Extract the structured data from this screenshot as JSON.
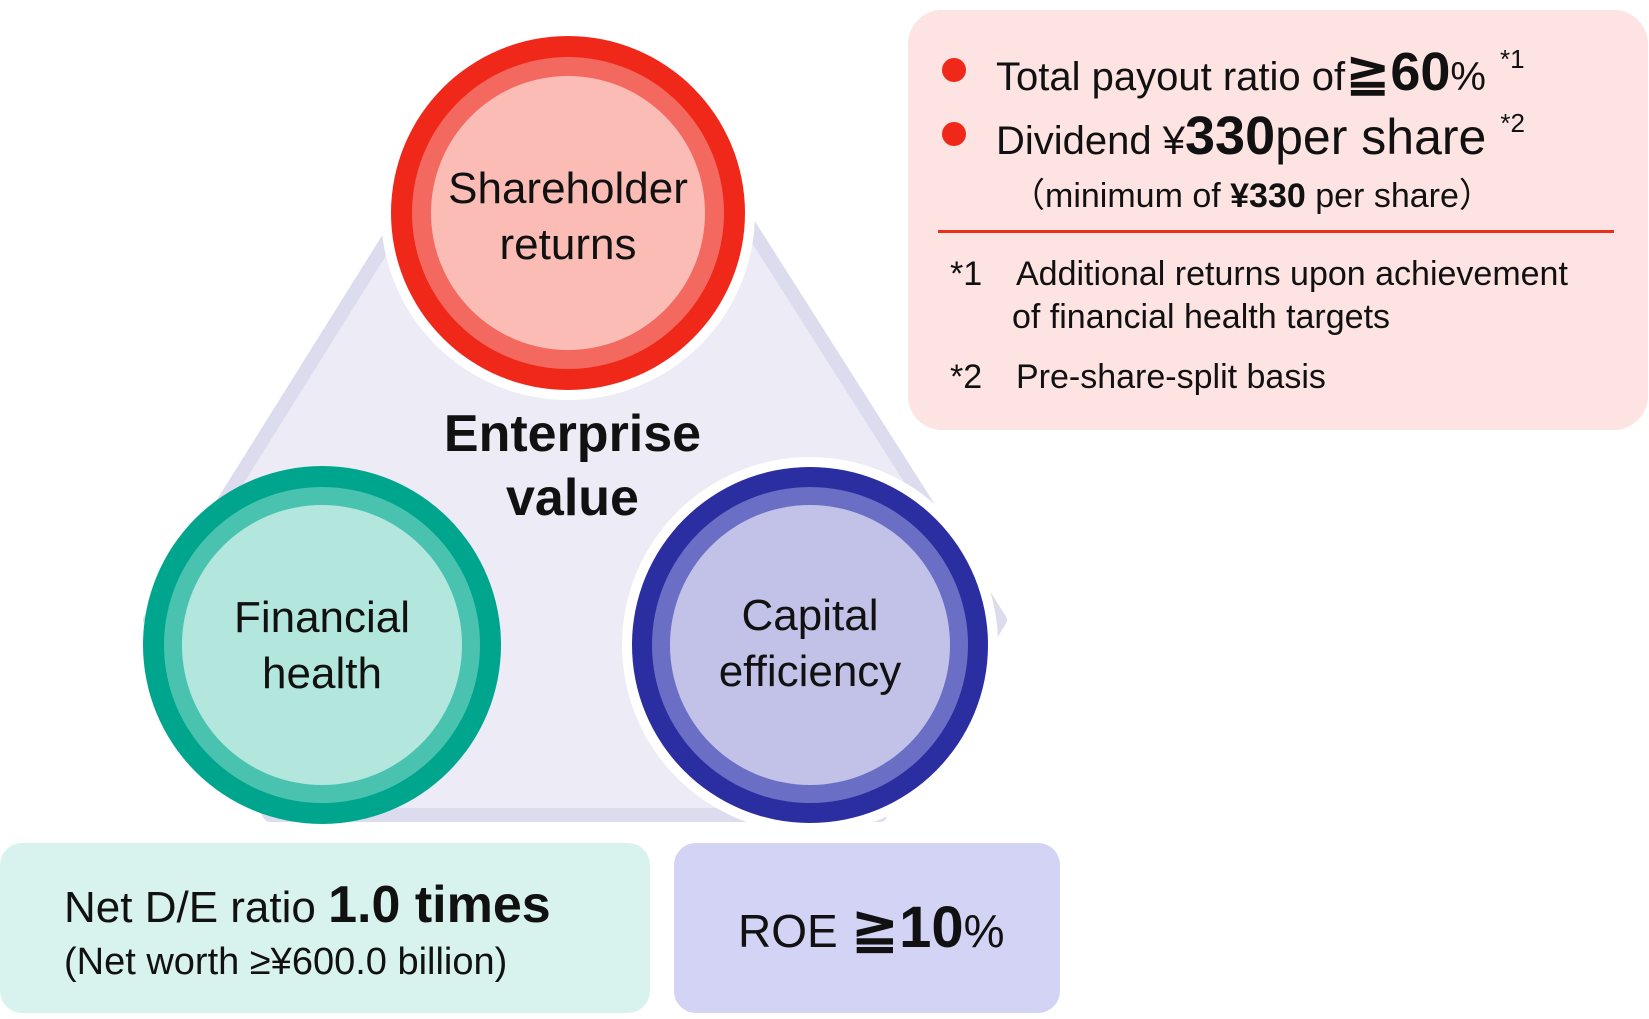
{
  "center": {
    "line1": "Enterprise",
    "line2": "value"
  },
  "circles": {
    "shareholder": {
      "line1": "Shareholder",
      "line2": "returns"
    },
    "financial": {
      "line1": "Financial",
      "line2": "health"
    },
    "capital": {
      "line1": "Capital",
      "line2": "efficiency"
    }
  },
  "returns_box": {
    "bullet1": {
      "prefix": "Total payout ratio of ",
      "value": "≧60",
      "unit": "%",
      "note_ref": "*1"
    },
    "bullet2": {
      "prefix": "Dividend ¥",
      "value": "330",
      "suffix": " per share",
      "note_ref": "*2"
    },
    "sub": {
      "open": "（minimum of ",
      "value": "¥330",
      "close": " per share）"
    },
    "notes": [
      {
        "mark": "*1",
        "text1": "Additional returns upon achievement",
        "text2": "of financial health targets"
      },
      {
        "mark": "*2",
        "text1": "Pre-share-split basis"
      }
    ]
  },
  "netde_box": {
    "prefix": "Net D/E ratio ",
    "value": "1.0 times",
    "sub": "(Net worth ≥¥600.0 billion)"
  },
  "roe_box": {
    "prefix": "ROE ",
    "value": "≧10",
    "unit": "%"
  },
  "colors": {
    "red": "#f0281a",
    "red_light": "#fbbcb6",
    "teal": "#00a58d",
    "teal_light": "#b3e7de",
    "navy": "#2a2ea0",
    "navy_light": "#c2c2e8",
    "triangle": "#ecebf6",
    "returns_bg": "#fde3e1",
    "netde_bg": "#d8f3ee",
    "roe_bg": "#d3d3f5"
  }
}
